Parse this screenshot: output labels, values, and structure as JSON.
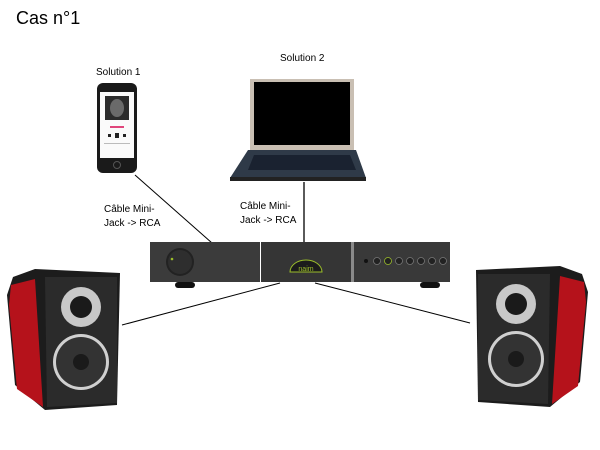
{
  "title": "Cas n°1",
  "devices": {
    "phone": {
      "caption": "Solution 1",
      "icon": "smartphone-icon"
    },
    "laptop": {
      "caption": "Solution 2",
      "icon": "laptop-icon"
    },
    "amplifier": {
      "brand": "naim",
      "icon": "amplifier-icon"
    },
    "speaker_left": {
      "icon": "speaker-icon"
    },
    "speaker_right": {
      "icon": "speaker-icon"
    }
  },
  "cables": [
    {
      "line1": "Câble Mini-",
      "line2": "Jack -> RCA"
    },
    {
      "line1": "Câble Mini-",
      "line2": "Jack -> RCA"
    }
  ],
  "colors": {
    "speaker_red": "#b5121b",
    "amp_body": "#3a3a3a",
    "amp_accent": "#9bbd2a"
  }
}
